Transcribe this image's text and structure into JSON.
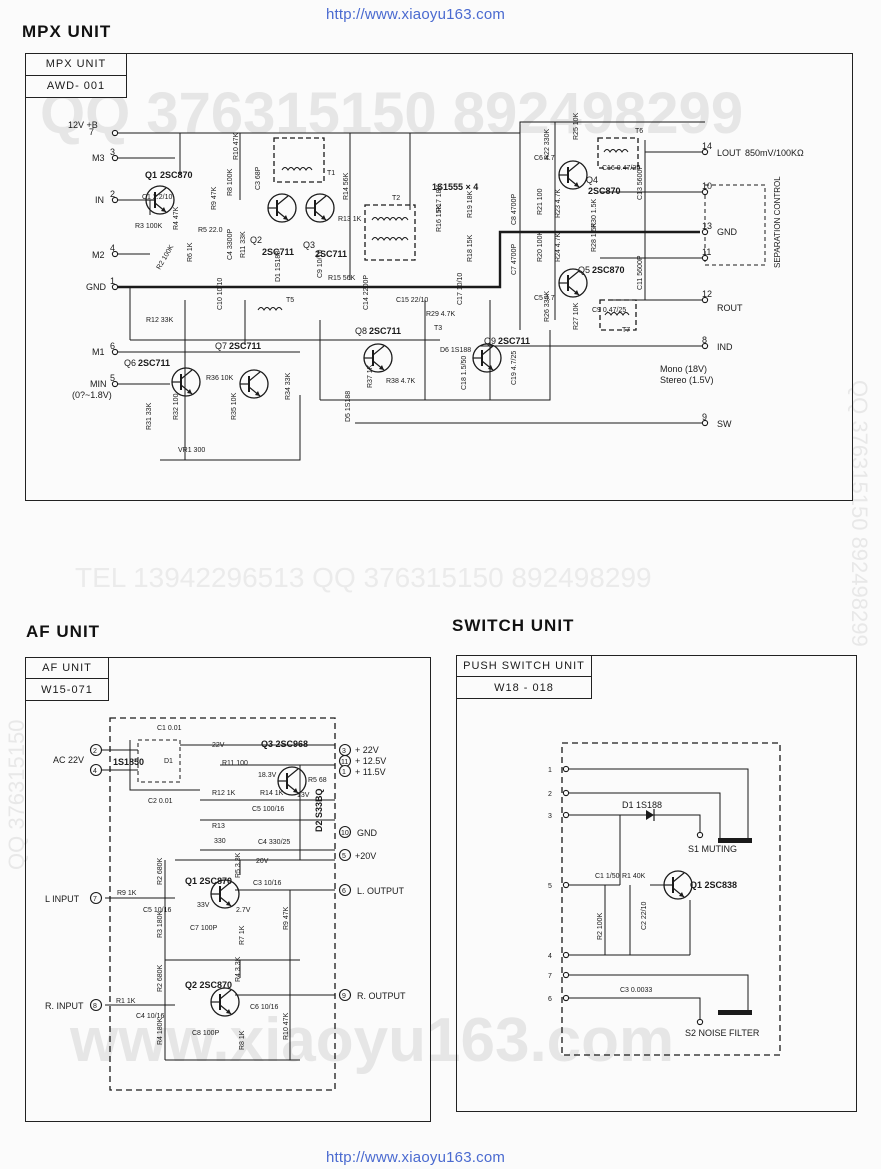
{
  "header_url": "http://www.xiaoyu163.com",
  "footer_url": "http://www.xiaoyu163.com",
  "watermarks": {
    "qq_big": "QQ 376315150   892498299",
    "tel_line": "TEL 13942296513        QQ 376315150  892498299",
    "site_big": "www.xiaoyu163.com",
    "side_left": "QQ 376315150",
    "side_right": "QQ 376315150  892498299"
  },
  "mpx": {
    "title": "MPX UNIT",
    "label_top": "MPX  UNIT",
    "label_bottom": "AWD- 001",
    "left_terminals": [
      {
        "pin": "7",
        "name": "12V +B"
      },
      {
        "pin": "3",
        "name": "M3"
      },
      {
        "pin": "2",
        "name": "IN"
      },
      {
        "pin": "4",
        "name": "M2"
      },
      {
        "pin": "1",
        "name": "GND"
      },
      {
        "pin": "6",
        "name": "M1"
      },
      {
        "pin": "5",
        "name": "MIN"
      }
    ],
    "min_note": "(0?~1.8V)",
    "right_terminals": [
      {
        "pin": "14",
        "name": "LOUT"
      },
      {
        "pin": "10",
        "name": ""
      },
      {
        "pin": "13",
        "name": "GND"
      },
      {
        "pin": "11",
        "name": ""
      },
      {
        "pin": "12",
        "name": "ROUT"
      },
      {
        "pin": "8",
        "name": "IND"
      },
      {
        "pin": "9",
        "name": "SW"
      }
    ],
    "output_level": "850mV/100KΩ",
    "separation": "SEPARATION CONTROL",
    "mono_note": "Mono (18V)",
    "stereo_note": "Stereo (1.5V)",
    "diodes_note": "1S1555 × 4",
    "transistors": [
      {
        "ref": "Q1",
        "type": "2SC870"
      },
      {
        "ref": "Q2",
        "type": "2SC711"
      },
      {
        "ref": "Q3",
        "type": "2SC711"
      },
      {
        "ref": "Q4",
        "type": "2SC870"
      },
      {
        "ref": "Q5",
        "type": "2SC870"
      },
      {
        "ref": "Q6",
        "type": "2SC711"
      },
      {
        "ref": "Q7",
        "type": "2SC711"
      },
      {
        "ref": "Q8",
        "type": "2SC711"
      },
      {
        "ref": "Q9",
        "type": "2SC711"
      }
    ],
    "parts": [
      "C1 2.2/10",
      "R3 100K",
      "R2 100K",
      "R4 47K",
      "R6 1K",
      "R5 22.0",
      "C4 3300P",
      "R9 47K",
      "R8 100K",
      "C3 68P",
      "R10 47K",
      "R11 33K",
      "R14 56K",
      "R13 1K",
      "C9 10/10",
      "R15 56K",
      "R12 33K",
      "C10 10/10",
      "D1 1S188",
      "R16 15K",
      "R18 15K",
      "R17 18K",
      "R19 18K",
      "C14 2200P",
      "C15 22/10",
      "R29 4.7K",
      "C17 10/10",
      "R36 10K",
      "R32 100",
      "R35 10K",
      "R34 33K",
      "R31 33K",
      "VR1 300",
      "D6 1S188",
      "R38 4.7K",
      "R37 1K",
      "C18 1.5/50",
      "C19 4.7/25",
      "D5 1S188",
      "C6 4.7",
      "C8 4700P",
      "R21 100",
      "R22 330K",
      "R23 4.7K",
      "R25 10K",
      "C16 0.47/25",
      "C13 5600P",
      "C11 5600P",
      "C7 4700P",
      "R20 100K",
      "R24 4.7K",
      "C5 4.7",
      "R26 330K",
      "R27 10K",
      "C9 0.47/25",
      "R28 1.5K",
      "R30 1.5K",
      "T1",
      "T2",
      "T5",
      "T6",
      "T7",
      "T3"
    ]
  },
  "af": {
    "title": "AF UNIT",
    "label_top": "AF  UNIT",
    "label_bottom": "W15-071",
    "ac_label": "AC 22V",
    "pins": [
      "2",
      "4",
      "3",
      "11",
      "1",
      "10",
      "5",
      "6",
      "7",
      "9",
      "8"
    ],
    "rail_labels": [
      "+ 22V",
      "+ 12.5V",
      "+ 11.5V",
      "GND",
      "+20V",
      "L. OUTPUT",
      "R. OUTPUT"
    ],
    "inputs": [
      "L INPUT",
      "R. INPUT"
    ],
    "transistors": [
      "Q3 2SC968",
      "Q1 2SC870",
      "Q2 2SC870"
    ],
    "bridge": "1S1850",
    "zener": "D2 S33BQ",
    "parts": [
      "C1 0.01",
      "C2 0.01",
      "D1",
      "22V",
      "R11 100",
      "18.3V",
      "R5 68",
      "13V",
      "R12 1K",
      "R14 1K",
      "C5 100/16",
      "R13",
      "330",
      "C4 330/25",
      "20V",
      "R2 680K",
      "R5 3.3K",
      "C3 10/16",
      "R9 1K",
      "C5 10/16",
      "33V",
      "2.7V",
      "R3 180K",
      "C7 100P",
      "R7 1K",
      "R9 47K",
      "R2 680K",
      "R4 3.3K",
      "C6 10/16",
      "R1 1K",
      "C4 10/16",
      "R4 180K",
      "C8 100P",
      "R8 1K",
      "R10 47K"
    ]
  },
  "switch": {
    "title": "SWITCH UNIT",
    "label_top": "PUSH SWITCH UNIT",
    "label_bottom": "W18 - 018",
    "pins": [
      "1",
      "2",
      "3",
      "5",
      "4",
      "7",
      "6"
    ],
    "diode": "D1 1S188",
    "s1": "S1 MUTING",
    "s2": "S2 NOISE FILTER",
    "transistor": "Q1 2SC838",
    "parts": [
      "C1 1/50",
      "R1 40K",
      "R2 100K",
      "C2 22/10",
      "C3 0.0033"
    ]
  }
}
